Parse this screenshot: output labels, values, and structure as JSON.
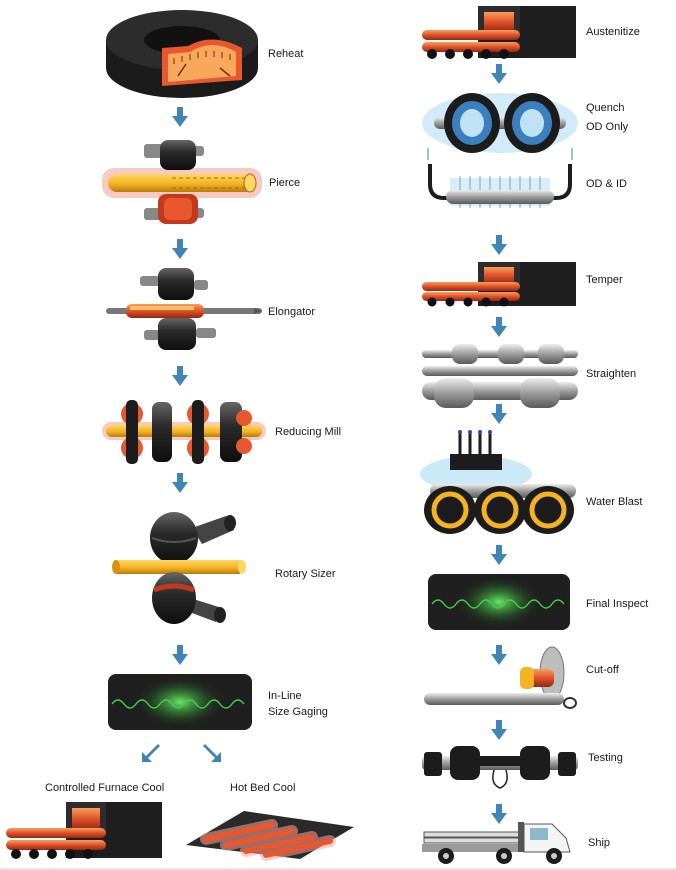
{
  "colors": {
    "arrow": "#3f86b6",
    "steel_dark": "#1c1c1c",
    "hot_orange": "#e2502a",
    "billet_yellow": "#f3b323",
    "glow_red": "#f4a7a0",
    "water_blue": "#bfe3f5",
    "inspect_green": "#44d14a"
  },
  "left": {
    "reheat": "Reheat",
    "pierce": "Pierce",
    "elongator": "Elongator",
    "reducing_mill": "Reducing Mill",
    "rotary_sizer": "Rotary Sizer",
    "inline_gaging": [
      "In-Line",
      "Size Gaging"
    ],
    "controlled_furnace_cool": "Controlled Furnace Cool",
    "hot_bed_cool": "Hot Bed Cool"
  },
  "right": {
    "austenitize": "Austenitize",
    "quench": [
      "Quench",
      "OD Only"
    ],
    "od_id": "OD & ID",
    "temper": "Temper",
    "straighten": "Straighten",
    "water_blast": "Water Blast",
    "final_inspect": "Final Inspect",
    "cutoff": "Cut-off",
    "testing": "Testing",
    "ship": "Ship"
  },
  "icons": [
    "rotary-hearth-furnace-icon",
    "piercing-mill-icon",
    "elongator-mill-icon",
    "reducing-mill-icon",
    "rotary-sizer-icon",
    "gauge-sensor-icon",
    "walking-beam-furnace-icon",
    "cooling-bed-icon",
    "quench-ring-icon",
    "water-spray-icon",
    "straightener-rolls-icon",
    "water-blast-icon",
    "cutoff-saw-icon",
    "hydrostatic-tester-icon",
    "truck-icon"
  ]
}
